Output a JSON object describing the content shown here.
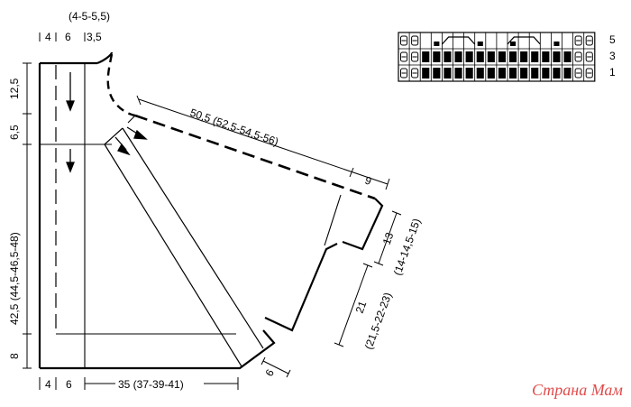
{
  "labels": {
    "top_paren": "(4-5-5,5)",
    "top_4": "4",
    "top_6": "6",
    "top_3_5": "3,5",
    "left_12_5": "12,5",
    "left_6_5": "6,5",
    "left_42_5": "42,5 (44,5-46,5-48)",
    "left_8": "8",
    "bottom_4": "4",
    "bottom_6": "6",
    "bottom_35": "35 (37-39-41)",
    "sleeve_50_5": "50,5 (52,5-54,5-56)",
    "sleeve_9": "9",
    "sleeve_13": "13",
    "sleeve_13_paren": "(14-14,5-15)",
    "side_21": "21",
    "side_21_paren": "(21,5-22-23)",
    "bottom_6_diag": "6"
  },
  "chart_legend": {
    "row_5": "5",
    "row_3": "3",
    "row_1": "1"
  },
  "watermark": "Страна Мам",
  "colors": {
    "ink": "#000000",
    "watermark": "#e14b4b"
  }
}
